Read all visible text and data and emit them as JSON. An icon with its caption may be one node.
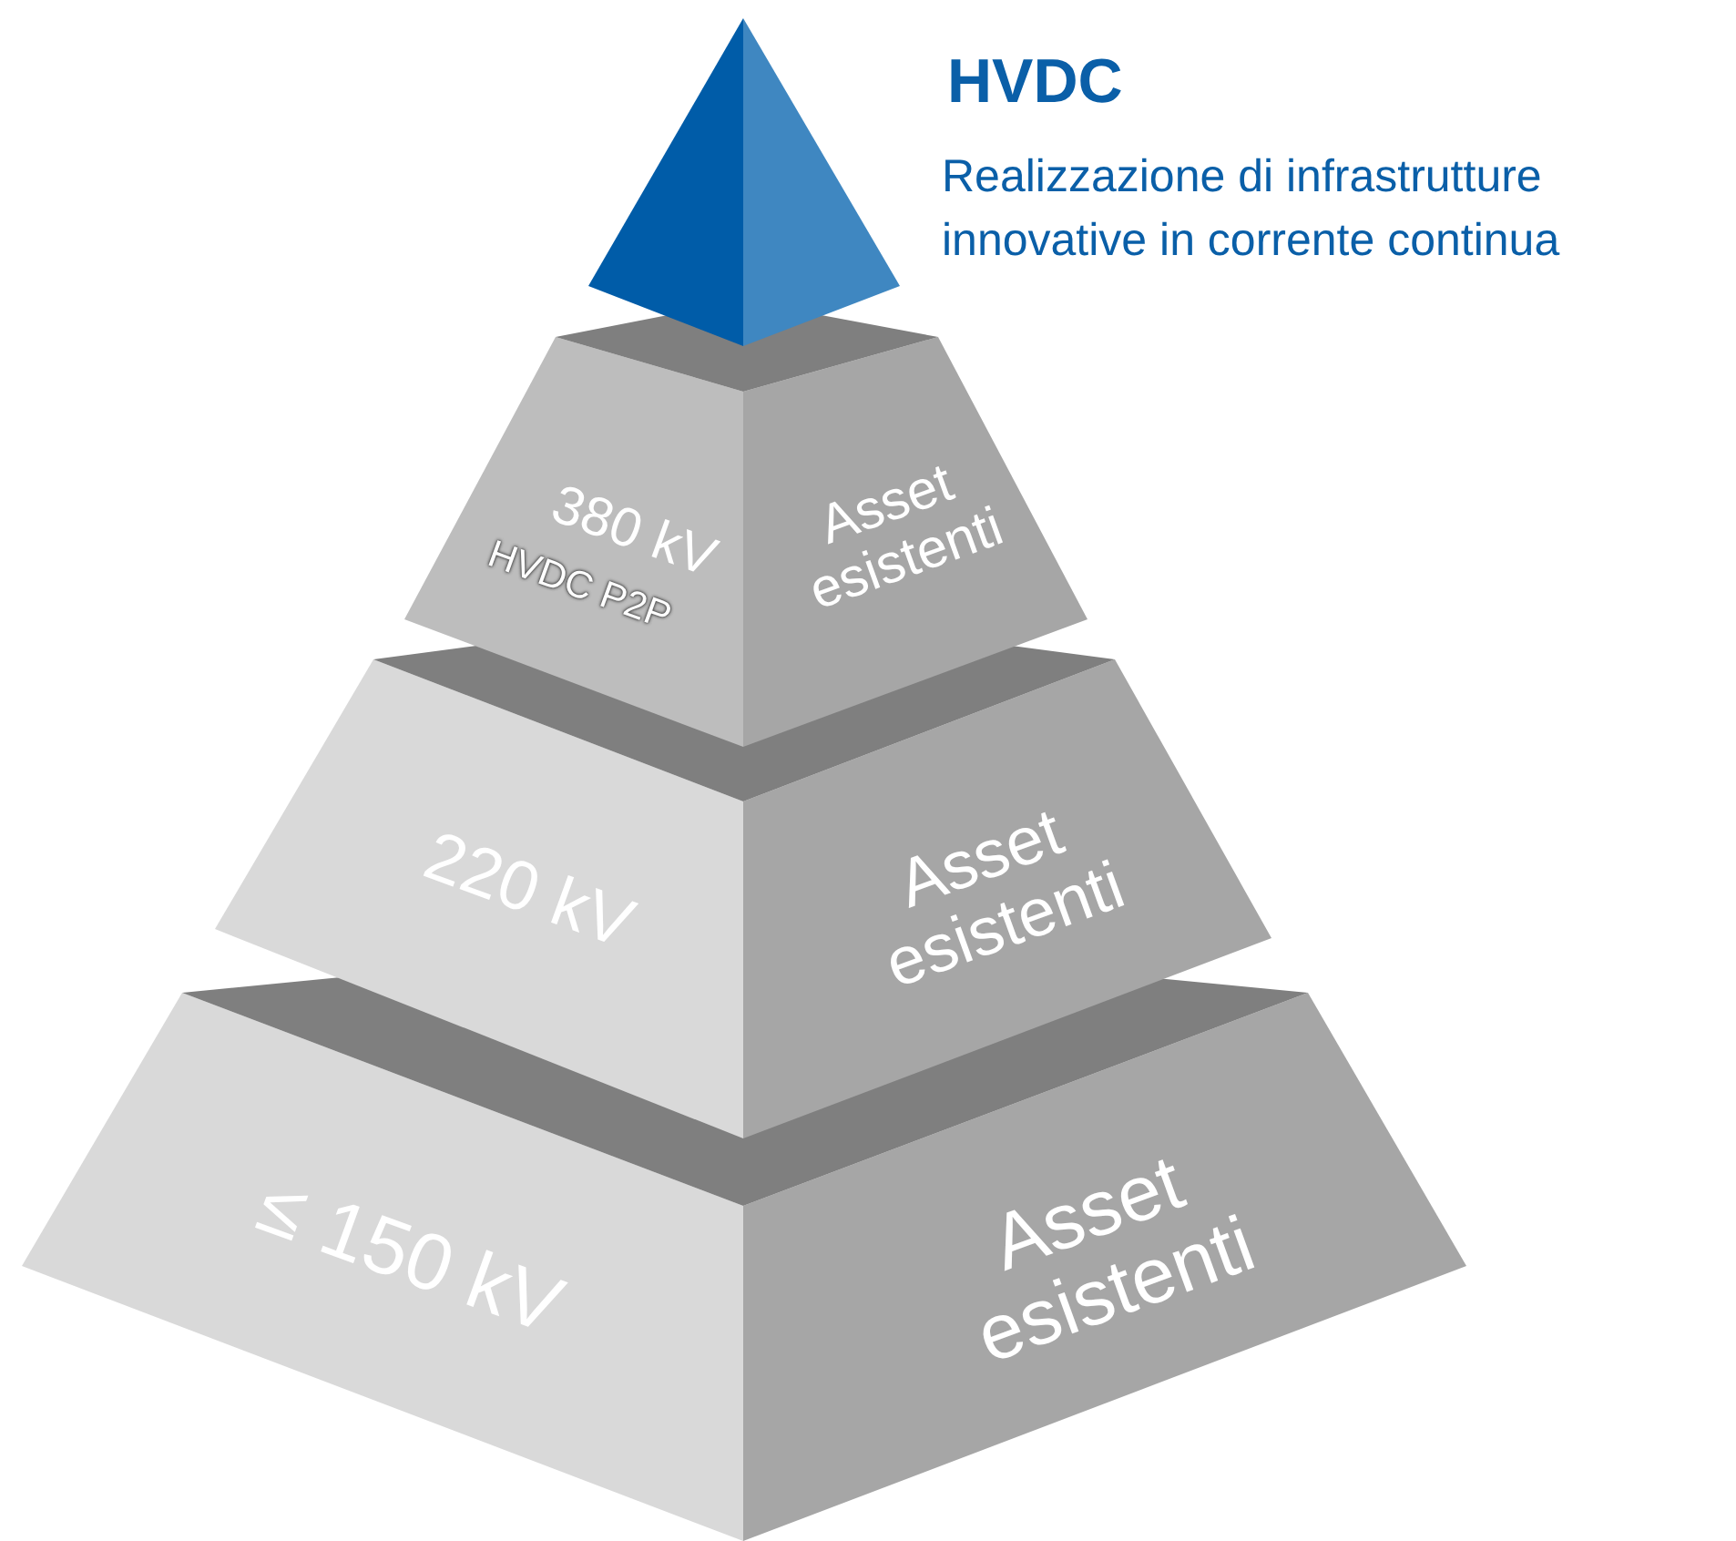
{
  "diagram": {
    "nodes": [
      {
        "text": [
          "HVDC",
          "Realizzazione di infrastrutture innovative in corrente continua"
        ]
      },
      {
        "text": [
          "380 kV",
          "HVDC P2P"
        ]
      },
      {
        "text": [
          "Asset esistenti"
        ]
      },
      {
        "text": [
          "220 kV"
        ]
      },
      {
        "text": [
          "Asset esistenti"
        ]
      },
      {
        "text": [
          "≤ 150 kV"
        ]
      },
      {
        "text": [
          "Asset esistenti"
        ]
      }
    ]
  }
}
